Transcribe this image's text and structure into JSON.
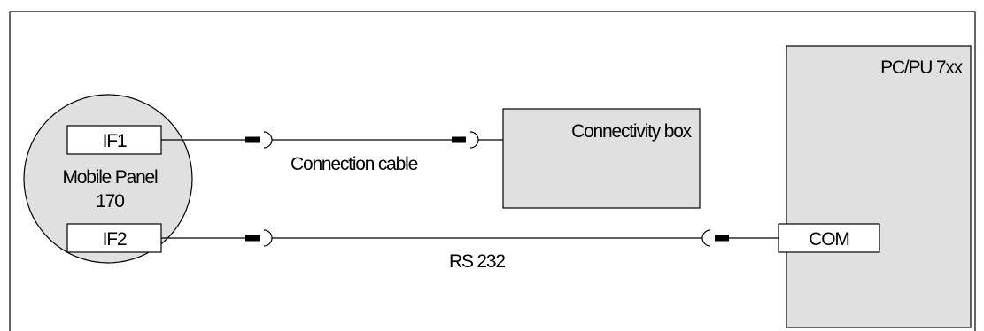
{
  "colors": {
    "background": "#ffffff",
    "component_fill": "#e0e0e0",
    "port_fill": "#ffffff",
    "line": "#000000"
  },
  "mobile_panel": {
    "label_line1": "Mobile Panel",
    "label_line2": "170",
    "port_if1": "IF1",
    "port_if2": "IF2"
  },
  "connectivity_box": {
    "label": "Connectivity box"
  },
  "pc": {
    "label": "PC/PU 7xx",
    "port_com": "COM"
  },
  "connections": {
    "cable_label": "Connection cable",
    "serial_label": "RS 232"
  }
}
